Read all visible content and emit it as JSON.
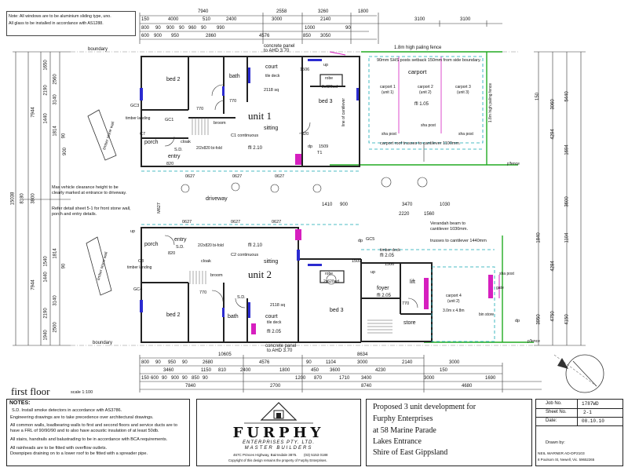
{
  "header_note": [
    "Note: All windows are to be aluminium sliding type, uno.",
    "All glass to be installed in accordance with AS1288."
  ],
  "dims": {
    "top_row1": [
      "7940",
      "2558",
      "3260",
      "1800"
    ],
    "top_row2": [
      "150",
      "4000",
      "510",
      "2400",
      "3000",
      "2140",
      "3100",
      "3100"
    ],
    "top_row3": [
      "800",
      "90",
      "900",
      "90",
      "960",
      "90",
      "990",
      "1000",
      "90"
    ],
    "top_row4": [
      "600",
      "900",
      "950",
      "2860",
      "4576",
      "850",
      "3050"
    ],
    "bottom_row1": [
      "10605",
      "8634"
    ],
    "bottom_row2": [
      "800",
      "90",
      "950",
      "90",
      "2680",
      "4576",
      "90",
      "1104",
      "3000",
      "2140",
      "3000"
    ],
    "bottom_row3": [
      "3460",
      "1150",
      "810",
      "2400",
      "1800",
      "450",
      "3600",
      "4230",
      "150"
    ],
    "bottom_row4": [
      "7840",
      "2700",
      "8740",
      "3000",
      "4680"
    ],
    "bottom_row5": [
      "150",
      "600",
      "90",
      "900",
      "90",
      "850",
      "90",
      "1200",
      "870",
      "1710",
      "3400",
      "1690"
    ],
    "left_outer": [
      "15038",
      "8180",
      "7944",
      "7944",
      "3800"
    ],
    "left_inner": [
      "1650",
      "2560",
      "2190",
      "3140",
      "1440",
      "1814",
      "90",
      "900",
      "1814",
      "1540",
      "90",
      "1440",
      "3140",
      "2190",
      "2500",
      "1940"
    ],
    "right": [
      "150",
      "3060",
      "5440",
      "4294",
      "1694",
      "3600",
      "1104",
      "1840",
      "4284",
      "3950",
      "4750",
      "4150"
    ],
    "mid": [
      "1410",
      "900",
      "3470",
      "1030",
      "2220",
      "1560"
    ]
  },
  "labels": {
    "boundary_top": "boundary",
    "boundary_bottom": "boundary",
    "concrete_panel_top": "concrete panel",
    "ahd_top": "to AHD 3.70",
    "concrete_panel_bottom": "concrete panel",
    "ahd_bottom": "to AHD 3.70",
    "paling_top": "1.8m high paling fence",
    "shs_note": "90mm SHS posts setback 150mm from side boundary.",
    "carport": "carport",
    "carport1": "carport 1",
    "carport2": "carport 2",
    "carport3": "carport 3",
    "unit1": "(unit 1)",
    "unit2_p": "(unit 2)",
    "unit3": "(unit 3)",
    "ffl_carport": "ffl 1.05",
    "sha_post": "sha post",
    "paling_side": "1.8m high paling fence",
    "carport_trusses": "carport roof trusses to cantilever 1100mm.",
    "pfence": "p'fence",
    "driveway": "driveway",
    "max_height": [
      "Max vehicle clearance height to be",
      "clearly marked at entrance to driveway."
    ],
    "refer_sheet": [
      "Refer detail sheet 5-1 for front stone wall,",
      "porch and entry details."
    ],
    "verandah": [
      "Verandah beam to",
      "cantilever 1030mm."
    ],
    "trusses_cant": "trusses to cantilever 1440mm",
    "unit_1_title": "unit 1",
    "unit_2_title": "unit 2",
    "sitting": "sitting",
    "bed2": "bed 2",
    "bed3": "bed 3",
    "bath": "bath",
    "court": "court",
    "tile_deck": "tile deck",
    "deck_area": "2118 sq",
    "broom": "broom",
    "robe": "robe",
    "lift": "lift",
    "foyer": "foyer",
    "store": "store",
    "entry": "entry",
    "porch": "porch",
    "cloak": "cloak",
    "ffl_210": "ffl 2.10",
    "ffl_205": "ffl 2.05",
    "c1_cont": "C1 continuous",
    "c2_cont": "C2 continuous",
    "bifold": "2/2x820 bi-fold",
    "timber_landing": "timber landing",
    "timber_deck": "timber deck",
    "stone_wall": "timber stone wall",
    "carport4": "carport 4",
    "unit2_small": "(unit 2)",
    "carport4_size": "3.0m x 4.8m",
    "bin_store": "bin store",
    "gate": "gate",
    "dp": "dp",
    "up": "up",
    "gc1": "GC1",
    "gc3": "GC3",
    "gc4": "GC4",
    "gc5": "GC5",
    "c7": "C7",
    "c8": "C8",
    "t1": "T1",
    "sd": "S.D.",
    "d820": "820",
    "d770": "770",
    "d2620": "2x620wd",
    "d1509": "1509",
    "d1506": "1506",
    "line_overhead": "line of cantilever",
    "x627": "0627",
    "m627": "M627"
  },
  "floor_title": "first floor",
  "scale": "scale 1:100",
  "notes": {
    "title": "NOTES:",
    "lines": [
      "S.D.   Install smoke detectors in accordance with AS3786.",
      "Engineering drawings are to take precedence over architectural drawings.",
      "All common walls, loadbearing walls to first and second floors and service ducts are to",
      "have a FRL of 90/90/90 and to also have acoustic insulation of at least 50db.",
      "All stairs, handrails and balustrading to be in accordance with BCA requirements.",
      "All rainheads are to be fitted with overflow outlets.",
      "Downpipes draining on to a lower roof to be fitted with a spreader pipe."
    ]
  },
  "logo": {
    "name": "FURPHY",
    "sub1": "ENTERPRISES PTY. LTD.",
    "sub2": "MASTER BUILDERS",
    "address": "467C Princes Highway, Bairnsdale 3875.",
    "phone": "(03) 5153 0188",
    "copyright": "Copyright of this design remains the property of Furphy Enterprises."
  },
  "project": {
    "lines": [
      "Proposed 3 unit development for",
      "Furphy Enterprises",
      "at 58 Marine Parade",
      "Lakes Entrance",
      "Shire of   East Gippsland"
    ]
  },
  "title_block": {
    "job_label": "Job No.",
    "job_value": "1787WD",
    "sheet_label": "Sheet No.",
    "sheet_value": "2-1",
    "date_label": "Date:",
    "date_value": "08.10.10",
    "drawn_label": "Drawn by:",
    "drawn_name": "NEIL WARNER  AD-DP2103",
    "drawn_address": "8 Poulsom St, Newell, Vic.  59652265"
  },
  "colors": {
    "wall": "#222222",
    "window": "#2b2bd0",
    "door_pink": "#d61fbf",
    "fence_green": "#22aa22",
    "teal_dash": "#13a7b3",
    "stair": "#555555"
  }
}
